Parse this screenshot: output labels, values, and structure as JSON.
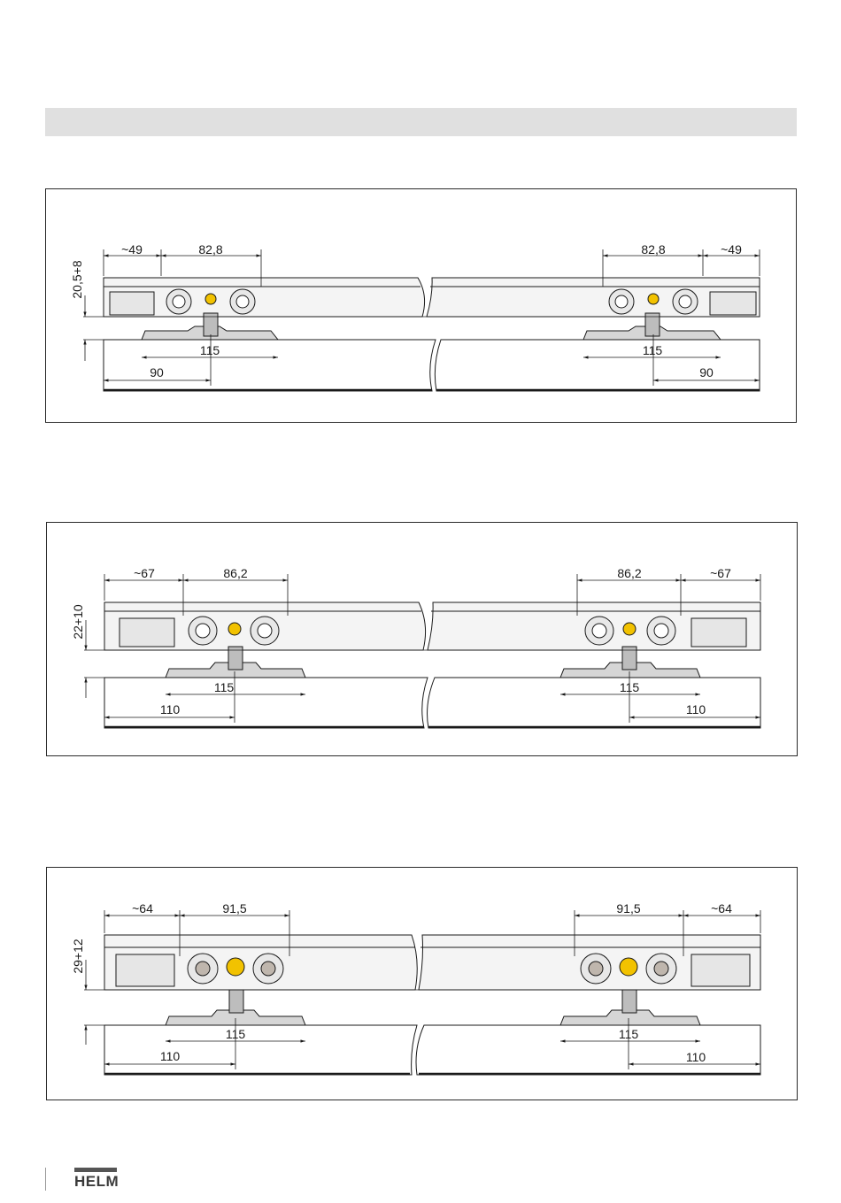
{
  "header_band": {
    "fill": "#e0e0e0"
  },
  "panels": [
    {
      "height_dim": "20,5+8",
      "left_offset": "~49",
      "left_span": "82,8",
      "right_span": "82,8",
      "right_offset": "~49",
      "left_plate": "115",
      "right_plate": "115",
      "left_edge": "90",
      "right_edge": "90"
    },
    {
      "height_dim": "22+10",
      "left_offset": "~67",
      "left_span": "86,2",
      "right_span": "86,2",
      "right_offset": "~67",
      "left_plate": "115",
      "right_plate": "115",
      "left_edge": "110",
      "right_edge": "110"
    },
    {
      "height_dim": "29+12",
      "left_offset": "~64",
      "left_span": "91,5",
      "right_span": "91,5",
      "right_offset": "~64",
      "left_plate": "115",
      "right_plate": "115",
      "left_edge": "110",
      "right_edge": "110"
    }
  ],
  "footer": {
    "logo_text": "HELM"
  },
  "colors": {
    "roller_pin": "#f2c200",
    "line": "#1a1a1a",
    "rail": "#cfcfcf"
  }
}
